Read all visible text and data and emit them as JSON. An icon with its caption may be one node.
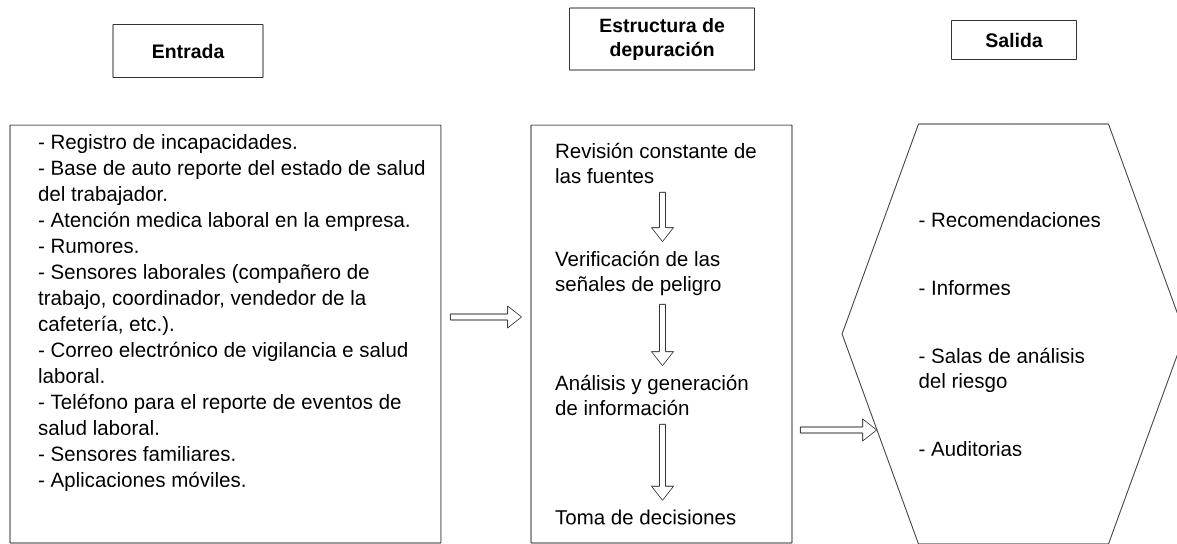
{
  "diagram": {
    "nodes": [
      {
        "text": [
          "Entrada"
        ]
      },
      {
        "text": [
          "Estructura de depuración"
        ]
      },
      {
        "text": [
          "Salida"
        ]
      },
      {
        "text": [
          "- Registro de incapacidades.",
          "- Base de auto reporte del estado de salud del trabajador.",
          "- Atención medica laboral en la empresa.",
          "- Rumores.",
          "- Sensores laborales (compañero de trabajo, coordinador, vendedor de la cafetería, etc.).",
          "- Correo electrónico de vigilancia e salud laboral.",
          "- Teléfono para el reporte de eventos de salud laboral.",
          "- Sensores familiares.",
          "- Aplicaciones móviles."
        ]
      },
      {
        "text": [],
        "shape": "box"
      },
      {
        "text": [
          "Revisión constante de las fuentes"
        ],
        "in": 4
      },
      {
        "text": [
          "Verificación de las señales de peligro"
        ],
        "in": 4
      },
      {
        "text": [
          "Análisis y generación de información"
        ],
        "in": 4
      },
      {
        "text": [
          "Toma de decisiones"
        ],
        "in": 4
      },
      {
        "text": [
          "- Recomendaciones",
          "- Informes",
          "- Salas de análisis del riesgo",
          "- Auditorias"
        ]
      }
    ],
    "edges": [
      {
        "from": 3,
        "to": 4,
        "arrow": "to"
      },
      {
        "from": 5,
        "to": 6,
        "arrow": "to"
      },
      {
        "from": 6,
        "to": 7,
        "arrow": "to"
      },
      {
        "from": 7,
        "to": 8,
        "arrow": "to"
      },
      {
        "from": 4,
        "to": 9,
        "arrow": "to"
      }
    ]
  }
}
